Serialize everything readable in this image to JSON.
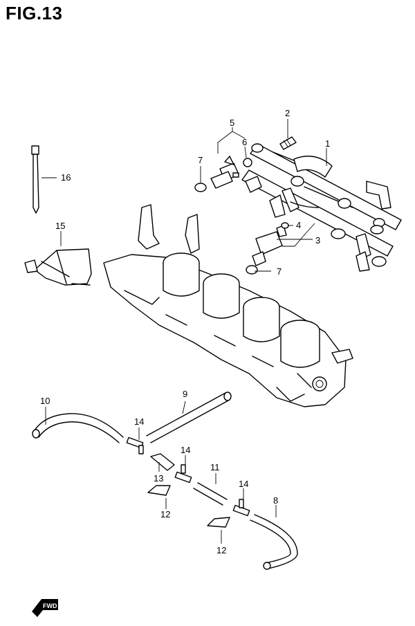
{
  "figure": {
    "title": "FIG.13"
  },
  "callouts": [
    {
      "id": "c1",
      "text": "1"
    },
    {
      "id": "c2",
      "text": "2"
    },
    {
      "id": "c3",
      "text": "3"
    },
    {
      "id": "c4",
      "text": "4"
    },
    {
      "id": "c5",
      "text": "5"
    },
    {
      "id": "c6",
      "text": "6"
    },
    {
      "id": "c7a",
      "text": "7"
    },
    {
      "id": "c7b",
      "text": "7"
    },
    {
      "id": "c8",
      "text": "8"
    },
    {
      "id": "c9",
      "text": "9"
    },
    {
      "id": "c10",
      "text": "10"
    },
    {
      "id": "c11",
      "text": "11"
    },
    {
      "id": "c12a",
      "text": "12"
    },
    {
      "id": "c12b",
      "text": "12"
    },
    {
      "id": "c13",
      "text": "13"
    },
    {
      "id": "c14a",
      "text": "14"
    },
    {
      "id": "c14b",
      "text": "14"
    },
    {
      "id": "c14c",
      "text": "14"
    },
    {
      "id": "c15",
      "text": "15"
    },
    {
      "id": "c16",
      "text": "16"
    }
  ],
  "fwd_badge": {
    "text": "FWD"
  }
}
